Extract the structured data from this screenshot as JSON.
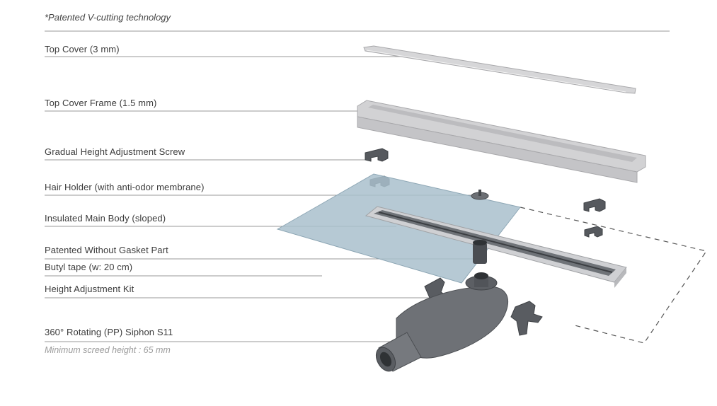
{
  "header_note": "*Patented V-cutting technology",
  "components": [
    {
      "label": "Top Cover (3 mm)"
    },
    {
      "label": "Top Cover Frame (1.5 mm)"
    },
    {
      "label": "Gradual Height Adjustment Screw"
    },
    {
      "label": "Hair Holder (with anti-odor membrane)"
    },
    {
      "label": "Insulated Main Body (sloped)"
    },
    {
      "label": "Patented Without Gasket Part"
    },
    {
      "label": "Butyl tape (w: 20 cm)"
    },
    {
      "label": "Height Adjustment Kit"
    },
    {
      "label": "360° Rotating (PP) Siphon S11"
    }
  ],
  "footnote": "Minimum screed height : 65 mm",
  "colors": {
    "line": "#9a9a9a",
    "steel": "#cfcfd2",
    "tape": "#a9bfcc",
    "siphon": "#6e7176"
  }
}
